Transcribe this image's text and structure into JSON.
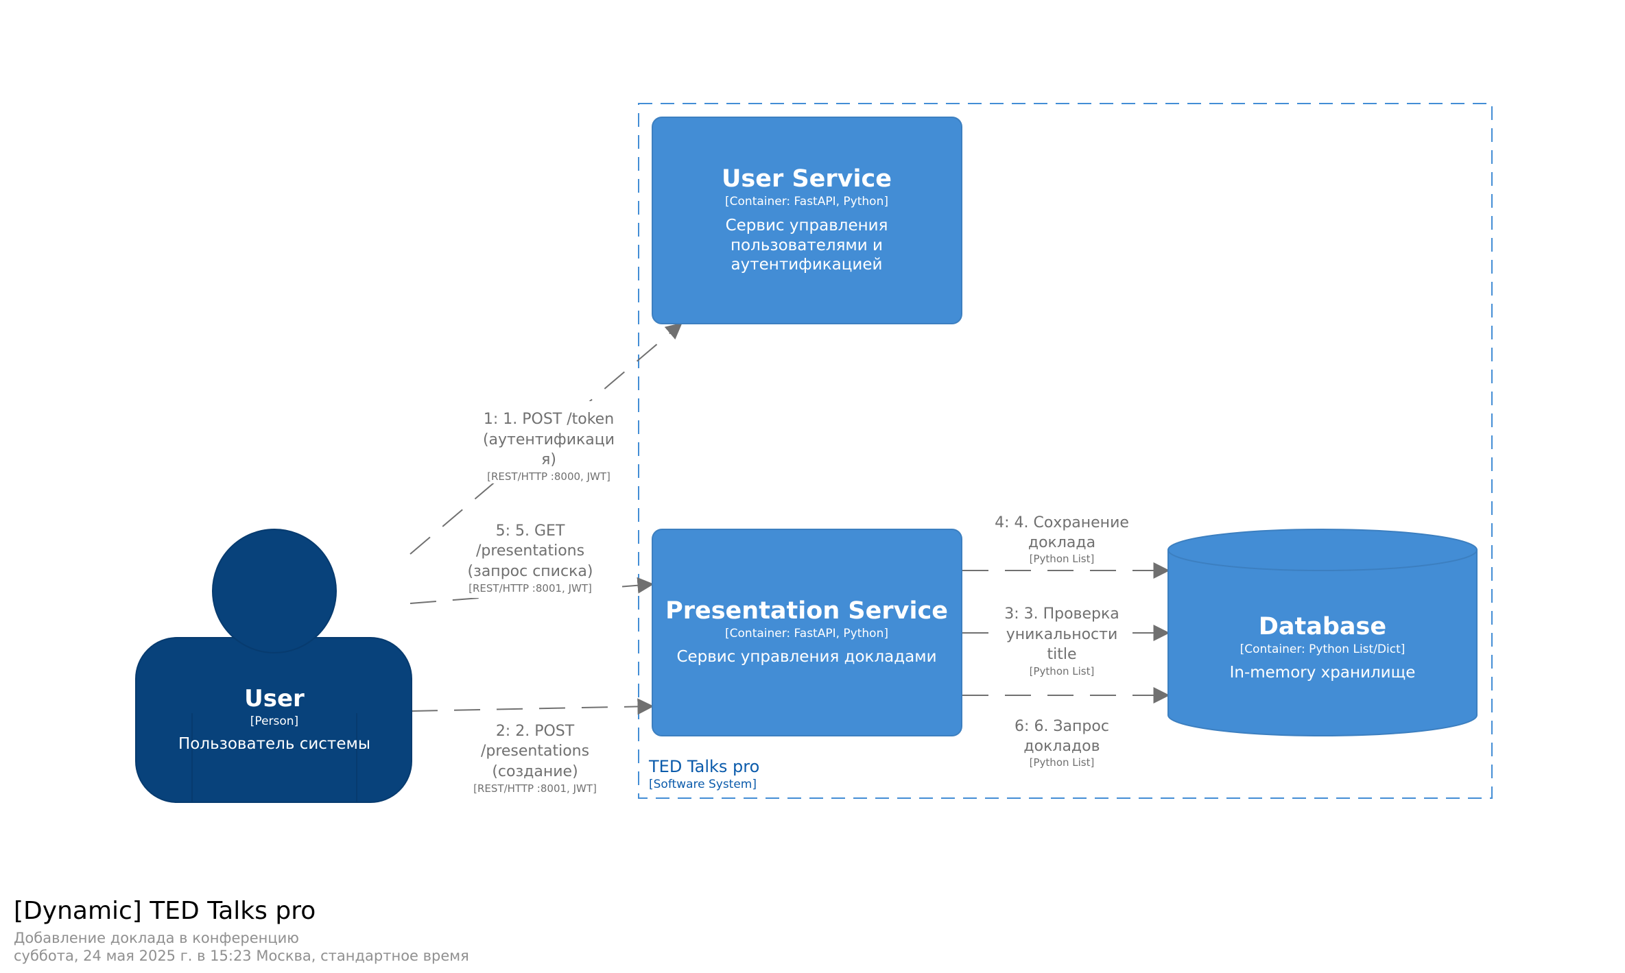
{
  "colors": {
    "person": "#08427b",
    "container": "#438dd5",
    "container_border": "#3c7fc0",
    "boundary": "#438dd5",
    "boundary_text": "#0b5bab",
    "edge": "#707070"
  },
  "person": {
    "name": "User",
    "type": "[Person]",
    "description": "Пользователь системы"
  },
  "boundary": {
    "name": "TED Talks pro",
    "type": "[Software System]"
  },
  "user_service": {
    "name": "User Service",
    "type": "[Container: FastAPI, Python]",
    "description": [
      "Сервис управления",
      "пользователями и",
      "аутентификацией"
    ]
  },
  "presentation_service": {
    "name": "Presentation Service",
    "type": "[Container: FastAPI, Python]",
    "description": "Сервис управления докладами"
  },
  "database": {
    "name": "Database",
    "type": "[Container: Python List/Dict]",
    "description": "In-memory хранилище"
  },
  "edges": {
    "e1": {
      "lines": [
        "1: 1. POST /token",
        "(аутентификаци",
        "я)"
      ],
      "tech": "[REST/HTTP :8000, JWT]"
    },
    "e5": {
      "lines": [
        "5: 5. GET",
        "/presentations",
        "(запрос списка)"
      ],
      "tech": "[REST/HTTP :8001, JWT]"
    },
    "e2": {
      "lines": [
        "2: 2. POST",
        "/presentations",
        "(создание)"
      ],
      "tech": "[REST/HTTP :8001, JWT]"
    },
    "e4": {
      "lines": [
        "4: 4. Сохранение",
        "доклада"
      ],
      "tech": "[Python List]"
    },
    "e3": {
      "lines": [
        "3: 3. Проверка",
        "уникальности",
        "title"
      ],
      "tech": "[Python List]"
    },
    "e6": {
      "lines": [
        "6: 6. Запрос",
        "докладов"
      ],
      "tech": "[Python List]"
    }
  },
  "footer": {
    "title": "[Dynamic] TED Talks pro",
    "subtitle": "Добавление доклада в конференцию",
    "date": "суббота, 24 мая 2025 г. в 15:23 Москва, стандартное время"
  }
}
